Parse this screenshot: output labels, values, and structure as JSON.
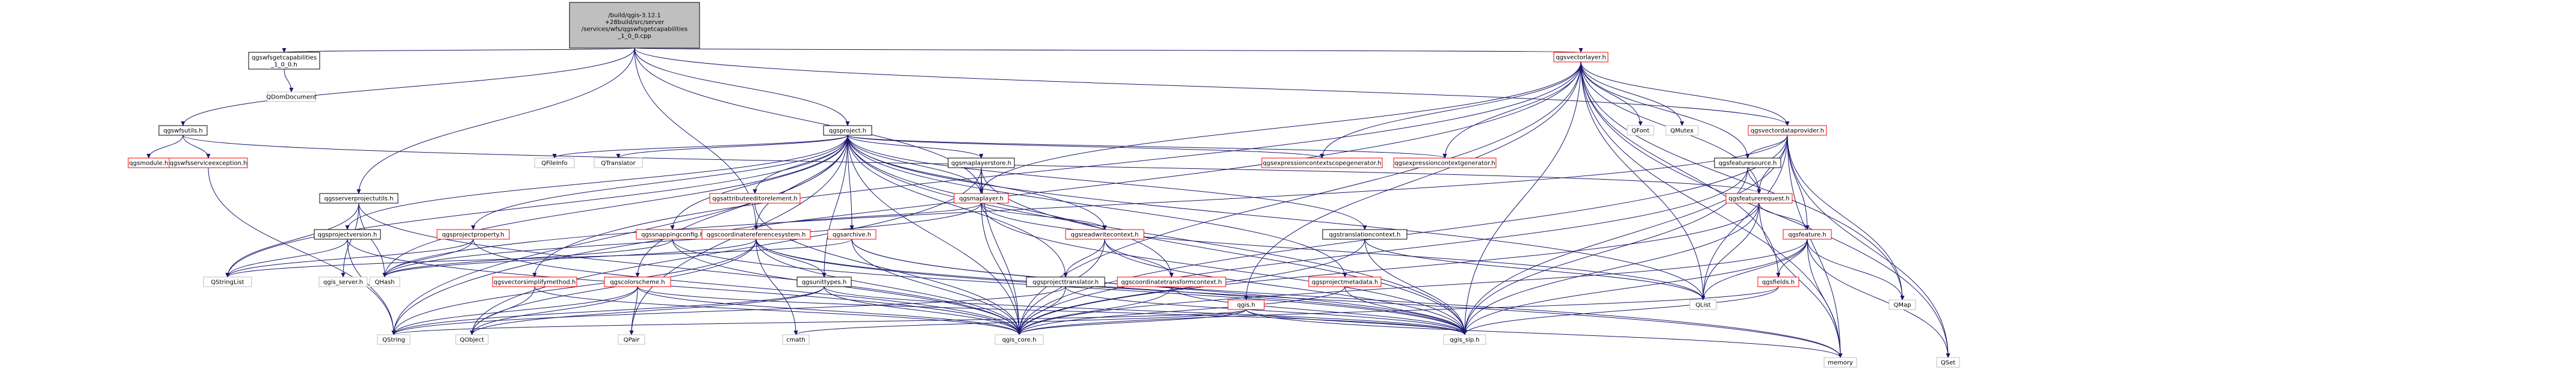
{
  "colors": {
    "root_fill": "#bfbfbf",
    "link_fill": "#ffffff",
    "plain_fill": "#ffffff",
    "link_border": "#000000",
    "link_text": "#000000",
    "plain_border": "#bfbfbf",
    "plain_text": "#000000",
    "external_border": "#bfbfbf",
    "red_border": "#ff0000",
    "edge": "#191970"
  },
  "nodes": [
    {
      "id": "root",
      "lines": [
        "/build/qgis-3.12.1",
        "+28build/src/server",
        "/services/wfs/qgswfsgetcapabilities",
        "_1_0_0.cpp"
      ],
      "kind": "root"
    },
    {
      "id": "wfsgetcap100h",
      "lines": [
        "qgswfsgetcapabilities",
        "_1_0_0.h"
      ],
      "kind": "link"
    },
    {
      "id": "qdomdocument",
      "lines": [
        "QDomDocument"
      ],
      "kind": "plain"
    },
    {
      "id": "wfsutils",
      "lines": [
        "qgswfsutils.h"
      ],
      "kind": "link"
    },
    {
      "id": "qgsmodule",
      "lines": [
        "qgsmodule.h"
      ],
      "kind": "red"
    },
    {
      "id": "wfsserviceexc",
      "lines": [
        "qgswfsserviceexception.h"
      ],
      "kind": "red"
    },
    {
      "id": "serverprojectutils",
      "lines": [
        "qgsserverprojectutils.h"
      ],
      "kind": "link"
    },
    {
      "id": "qgsproject",
      "lines": [
        "qgsproject.h"
      ],
      "kind": "link"
    },
    {
      "id": "qgsvectorlayer",
      "lines": [
        "qgsvectorlayer.h"
      ],
      "kind": "red"
    },
    {
      "id": "vectordataprovider",
      "lines": [
        "qgsvectordataprovider.h"
      ],
      "kind": "red"
    },
    {
      "id": "qgsfeaturesource",
      "lines": [
        "qgsfeaturesource.h"
      ],
      "kind": "link"
    },
    {
      "id": "qgsfeaturerequest",
      "lines": [
        "qgsfeaturerequest.h"
      ],
      "kind": "red"
    },
    {
      "id": "qgsfeature",
      "lines": [
        "qgsfeature.h"
      ],
      "kind": "red"
    },
    {
      "id": "qgsfields",
      "lines": [
        "qgsfields.h"
      ],
      "kind": "red"
    },
    {
      "id": "qfont",
      "lines": [
        "QFont"
      ],
      "kind": "plain"
    },
    {
      "id": "qmutex",
      "lines": [
        "QMutex"
      ],
      "kind": "plain"
    },
    {
      "id": "qset",
      "lines": [
        "QSet"
      ],
      "kind": "plain"
    },
    {
      "id": "qmap",
      "lines": [
        "QMap"
      ],
      "kind": "plain"
    },
    {
      "id": "qlist",
      "lines": [
        "QList"
      ],
      "kind": "plain"
    },
    {
      "id": "memory",
      "lines": [
        "memory"
      ],
      "kind": "plain"
    },
    {
      "id": "qfileinfo",
      "lines": [
        "QFileInfo"
      ],
      "kind": "plain"
    },
    {
      "id": "qtranslator",
      "lines": [
        "QTranslator"
      ],
      "kind": "plain"
    },
    {
      "id": "maplayerstore",
      "lines": [
        "qgsmaplayerstore.h"
      ],
      "kind": "link"
    },
    {
      "id": "qgsmaplayer",
      "lines": [
        "qgsmaplayer.h"
      ],
      "kind": "red"
    },
    {
      "id": "exprctxscopegen",
      "lines": [
        "qgsexpressioncontextscopegenerator.h"
      ],
      "kind": "red"
    },
    {
      "id": "exprctxgen",
      "lines": [
        "qgsexpressioncontextgenerator.h"
      ],
      "kind": "red"
    },
    {
      "id": "attreditorelem",
      "lines": [
        "qgsattributeeditorelement.h"
      ],
      "kind": "red"
    },
    {
      "id": "qgsprojectversion",
      "lines": [
        "qgsprojectversion.h"
      ],
      "kind": "link"
    },
    {
      "id": "qgsprojectproperty",
      "lines": [
        "qgsprojectproperty.h"
      ],
      "kind": "red"
    },
    {
      "id": "snappingconfig",
      "lines": [
        "qgssnappingconfig.h"
      ],
      "kind": "red"
    },
    {
      "id": "crs",
      "lines": [
        "qgscoordinatereferencesystem.h"
      ],
      "kind": "red"
    },
    {
      "id": "qgsarchive",
      "lines": [
        "qgsarchive.h"
      ],
      "kind": "red"
    },
    {
      "id": "readwritecontext",
      "lines": [
        "qgsreadwritecontext.h"
      ],
      "kind": "red"
    },
    {
      "id": "translationcontext",
      "lines": [
        "qgstranslationcontext.h"
      ],
      "kind": "link"
    },
    {
      "id": "projecttranslator",
      "lines": [
        "qgsprojecttranslator.h"
      ],
      "kind": "link"
    },
    {
      "id": "coordtransformctx",
      "lines": [
        "qgscoordinatetransformcontext.h"
      ],
      "kind": "red"
    },
    {
      "id": "qgish",
      "lines": [
        "qgis.h"
      ],
      "kind": "red"
    },
    {
      "id": "projectmetadata",
      "lines": [
        "qgsprojectmetadata.h"
      ],
      "kind": "red"
    },
    {
      "id": "vectorsimplify",
      "lines": [
        "qgsvectorsimplifymethod.h"
      ],
      "kind": "red"
    },
    {
      "id": "colorscheme",
      "lines": [
        "qgscolorscheme.h"
      ],
      "kind": "red"
    },
    {
      "id": "unittypes",
      "lines": [
        "qgsunittypes.h"
      ],
      "kind": "link"
    },
    {
      "id": "qstringlist",
      "lines": [
        "QStringList"
      ],
      "kind": "plain"
    },
    {
      "id": "qhash",
      "lines": [
        "QHash"
      ],
      "kind": "plain"
    },
    {
      "id": "qgis_server",
      "lines": [
        "qgis_server.h"
      ],
      "kind": "plain"
    },
    {
      "id": "qstring",
      "lines": [
        "QString"
      ],
      "kind": "plain"
    },
    {
      "id": "qobject",
      "lines": [
        "QObject"
      ],
      "kind": "plain"
    },
    {
      "id": "qpair",
      "lines": [
        "QPair"
      ],
      "kind": "plain"
    },
    {
      "id": "cmath",
      "lines": [
        "cmath"
      ],
      "kind": "plain"
    },
    {
      "id": "qgis_core",
      "lines": [
        "qgis_core.h"
      ],
      "kind": "plain"
    },
    {
      "id": "qgis_sip",
      "lines": [
        "qgis_sip.h"
      ],
      "kind": "plain"
    }
  ],
  "edges": [
    [
      "root",
      "wfsgetcap100h"
    ],
    [
      "root",
      "wfsutils"
    ],
    [
      "root",
      "serverprojectutils"
    ],
    [
      "root",
      "qgsproject"
    ],
    [
      "root",
      "qgsvectorlayer"
    ],
    [
      "root",
      "vectordataprovider"
    ],
    [
      "root",
      "crs"
    ],
    [
      "root",
      "qgsmaplayer"
    ],
    [
      "wfsgetcap100h",
      "qdomdocument"
    ],
    [
      "wfsutils",
      "qgsmodule"
    ],
    [
      "wfsutils",
      "wfsserviceexc"
    ],
    [
      "wfsutils",
      "qgsfeaturerequest"
    ],
    [
      "wfsserviceexc",
      "qstring"
    ],
    [
      "serverprojectutils",
      "qgis_server"
    ],
    [
      "serverprojectutils",
      "qhash"
    ],
    [
      "serverprojectutils",
      "qstringlist"
    ],
    [
      "serverprojectutils",
      "qgis_core"
    ],
    [
      "qgsproject",
      "qfileinfo"
    ],
    [
      "qgsproject",
      "qtranslator"
    ],
    [
      "qgsproject",
      "maplayerstore"
    ],
    [
      "qgsproject",
      "exprctxscopegen"
    ],
    [
      "qgsproject",
      "exprctxgen"
    ],
    [
      "qgsproject",
      "attreditorelem"
    ],
    [
      "qgsproject",
      "qgsprojectversion"
    ],
    [
      "qgsproject",
      "qgsprojectproperty"
    ],
    [
      "qgsproject",
      "snappingconfig"
    ],
    [
      "qgsproject",
      "crs"
    ],
    [
      "qgsproject",
      "qgsarchive"
    ],
    [
      "qgsproject",
      "readwritecontext"
    ],
    [
      "qgsproject",
      "translationcontext"
    ],
    [
      "qgsproject",
      "projecttranslator"
    ],
    [
      "qgsproject",
      "coordtransformctx"
    ],
    [
      "qgsproject",
      "projectmetadata"
    ],
    [
      "qgsproject",
      "colorscheme"
    ],
    [
      "qgsproject",
      "unittypes"
    ],
    [
      "qgsproject",
      "qgis_core"
    ],
    [
      "qgsproject",
      "qgis_sip"
    ],
    [
      "qgsproject",
      "qstringlist"
    ],
    [
      "qgsproject",
      "qhash"
    ],
    [
      "qgsproject",
      "qlist"
    ],
    [
      "qgsproject",
      "qgsmaplayer"
    ],
    [
      "qgsproject",
      "qstring"
    ],
    [
      "qgsproject",
      "qpair"
    ],
    [
      "qgsvectorlayer",
      "qfont"
    ],
    [
      "qgsvectorlayer",
      "qmutex"
    ],
    [
      "qgsvectorlayer",
      "qset"
    ],
    [
      "qgsvectorlayer",
      "qmap"
    ],
    [
      "qgsvectorlayer",
      "qlist"
    ],
    [
      "qgsvectorlayer",
      "vectordataprovider"
    ],
    [
      "qgsvectorlayer",
      "qgsfeaturesource"
    ],
    [
      "qgsvectorlayer",
      "qgsfeaturerequest"
    ],
    [
      "qgsvectorlayer",
      "qgsfields"
    ],
    [
      "qgsvectorlayer",
      "qgsmaplayer"
    ],
    [
      "qgsvectorlayer",
      "exprctxscopegen"
    ],
    [
      "qgsvectorlayer",
      "exprctxgen"
    ],
    [
      "qgsvectorlayer",
      "vectorsimplify"
    ],
    [
      "qgsvectorlayer",
      "qgis_core"
    ],
    [
      "qgsvectorlayer",
      "qgis_sip"
    ],
    [
      "qgsvectorlayer",
      "qgish"
    ],
    [
      "qgsvectorlayer",
      "memory"
    ],
    [
      "qgsvectorlayer",
      "qstring"
    ],
    [
      "vectordataprovider",
      "qgsfeaturesource"
    ],
    [
      "vectordataprovider",
      "qgsfeaturerequest"
    ],
    [
      "vectordataprovider",
      "qgsfeature"
    ],
    [
      "vectordataprovider",
      "qset"
    ],
    [
      "vectordataprovider",
      "qmap"
    ],
    [
      "vectordataprovider",
      "qlist"
    ],
    [
      "vectordataprovider",
      "qgis_core"
    ],
    [
      "vectordataprovider",
      "qgis_sip"
    ],
    [
      "vectordataprovider",
      "memory"
    ],
    [
      "vectordataprovider",
      "qhash"
    ],
    [
      "qgsfeaturesource",
      "qgsfeaturerequest"
    ],
    [
      "qgsfeaturesource",
      "qgis_core"
    ],
    [
      "qgsfeaturesource",
      "qgis_sip"
    ],
    [
      "qgsfeaturerequest",
      "qgsfeature"
    ],
    [
      "qgsfeaturerequest",
      "qlist"
    ],
    [
      "qgsfeaturerequest",
      "qgis_core"
    ],
    [
      "qgsfeaturerequest",
      "qgis_sip"
    ],
    [
      "qgsfeaturerequest",
      "memory"
    ],
    [
      "qgsfeature",
      "qgsfields"
    ],
    [
      "qgsfeature",
      "qset"
    ],
    [
      "qgsfeature",
      "qmap"
    ],
    [
      "qgsfeature",
      "qlist"
    ],
    [
      "qgsfeature",
      "memory"
    ],
    [
      "qgsfeature",
      "qgis_core"
    ],
    [
      "qgsfeature",
      "qgis_sip"
    ],
    [
      "qgsfields",
      "qgis_core"
    ],
    [
      "qgsfields",
      "qgis_sip"
    ],
    [
      "maplayerstore",
      "qgsmaplayer"
    ],
    [
      "maplayerstore",
      "qgis_core"
    ],
    [
      "maplayerstore",
      "qgis_sip"
    ],
    [
      "maplayerstore",
      "qobject"
    ],
    [
      "qgsmaplayer",
      "crs"
    ],
    [
      "qgsmaplayer",
      "readwritecontext"
    ],
    [
      "qgsmaplayer",
      "qgis_core"
    ],
    [
      "qgsmaplayer",
      "qgis_sip"
    ],
    [
      "qgsmaplayer",
      "qhash"
    ],
    [
      "qgsmaplayer",
      "qlist"
    ],
    [
      "attreditorelem",
      "qgis_core"
    ],
    [
      "qgsprojectversion",
      "qstring"
    ],
    [
      "qgsprojectversion",
      "qstringlist"
    ],
    [
      "qgsprojectversion",
      "qgis_core"
    ],
    [
      "qgsprojectproperty",
      "qhash"
    ],
    [
      "qgsprojectproperty",
      "qstringlist"
    ],
    [
      "qgsprojectproperty",
      "qgis_core"
    ],
    [
      "snappingconfig",
      "qgis_core"
    ],
    [
      "snappingconfig",
      "qhash"
    ],
    [
      "snappingconfig",
      "qgis_sip"
    ],
    [
      "crs",
      "unittypes"
    ],
    [
      "crs",
      "qgis_core"
    ],
    [
      "crs",
      "qgis_sip"
    ],
    [
      "crs",
      "qhash"
    ],
    [
      "crs",
      "qstring"
    ],
    [
      "crs",
      "memory"
    ],
    [
      "crs",
      "qobject"
    ],
    [
      "crs",
      "cmath"
    ],
    [
      "qgsarchive",
      "qgis_core"
    ],
    [
      "qgsarchive",
      "qgis_sip"
    ],
    [
      "qgsarchive",
      "memory"
    ],
    [
      "qgsarchive",
      "qstringlist"
    ],
    [
      "readwritecontext",
      "projecttranslator"
    ],
    [
      "readwritecontext",
      "coordtransformctx"
    ],
    [
      "readwritecontext",
      "qgis_core"
    ],
    [
      "readwritecontext",
      "qgis_sip"
    ],
    [
      "translationcontext",
      "qgis_core"
    ],
    [
      "translationcontext",
      "qgis_sip"
    ],
    [
      "translationcontext",
      "qlist"
    ],
    [
      "projecttranslator",
      "qgis_core"
    ],
    [
      "projecttranslator",
      "qgis_sip"
    ],
    [
      "projecttranslator",
      "qstring"
    ],
    [
      "coordtransformctx",
      "qgis_core"
    ],
    [
      "coordtransformctx",
      "qgis_sip"
    ],
    [
      "qgish",
      "qgis_core"
    ],
    [
      "qgish",
      "qgis_sip"
    ],
    [
      "qgish",
      "qstring"
    ],
    [
      "qgish",
      "cmath"
    ],
    [
      "qgish",
      "memory"
    ],
    [
      "projectmetadata",
      "qgis_core"
    ],
    [
      "projectmetadata",
      "qgis_sip"
    ],
    [
      "vectorsimplify",
      "qgis_core"
    ],
    [
      "vectorsimplify",
      "qobject"
    ],
    [
      "colorscheme",
      "qgis_core"
    ],
    [
      "colorscheme",
      "qgis_sip"
    ],
    [
      "colorscheme",
      "qstring"
    ],
    [
      "colorscheme",
      "qpair"
    ],
    [
      "colorscheme",
      "qobject"
    ],
    [
      "unittypes",
      "qgis_core"
    ],
    [
      "unittypes",
      "qgis_sip"
    ],
    [
      "unittypes",
      "qobject"
    ],
    [
      "unittypes",
      "qstring"
    ]
  ]
}
